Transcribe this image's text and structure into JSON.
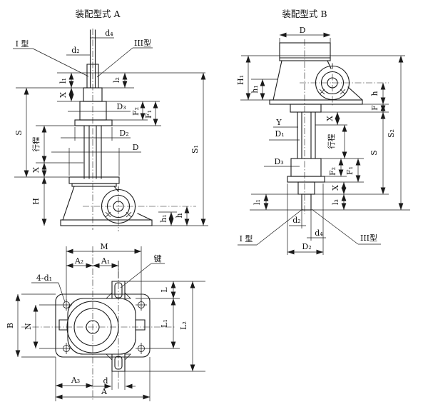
{
  "colors": {
    "line": "#1a1a1a",
    "background": "#ffffff"
  },
  "figure_a": {
    "title": "装配型式 A",
    "labels": {
      "d4": "d₄",
      "d2": "d₂",
      "type_i": "I 型",
      "type_iii": "III型",
      "l1": "l₁",
      "l2": "l₂",
      "x_upper": "X",
      "d3_cap": "D₃",
      "f2": "F₂",
      "f1": "F₁",
      "d2_cap": "D₂",
      "d_cap": "D",
      "s": "S",
      "stroke": "行程",
      "x_lower": "X",
      "h_cap": "H",
      "s1": "S₁",
      "h1": "h₁",
      "h": "h"
    }
  },
  "figure_b": {
    "title": "装配型式 B",
    "labels": {
      "d_cap": "D",
      "h1_cap": "H₁",
      "h1": "h₁",
      "h": "h",
      "f": "F",
      "x_upper": "X",
      "y": "Y",
      "d1_cap": "D₁",
      "stroke": "行程",
      "d3_cap": "D₃",
      "f2": "F₂",
      "f1": "F₁",
      "x_lower": "X",
      "l1": "l₁",
      "l3": "l₃",
      "s": "S",
      "s2": "S₂",
      "d2": "d₂",
      "d4": "d₄",
      "d2_cap": "D₂",
      "type_i": "I 型",
      "type_iii": "III型"
    }
  },
  "top_view": {
    "labels": {
      "m": "M",
      "a2": "A₂",
      "a1": "A₁",
      "key": "键",
      "four_d1": "4-d₁",
      "b": "B",
      "n": "N",
      "l": "L",
      "l1": "L₁",
      "l2": "L₂",
      "a3": "A₃",
      "d": "d",
      "a": "A"
    }
  }
}
